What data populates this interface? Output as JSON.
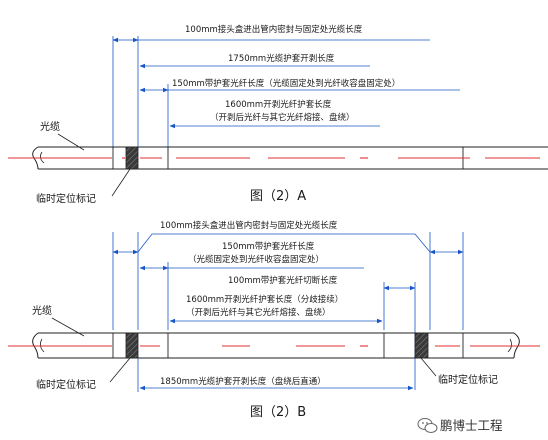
{
  "colors": {
    "dimension_line": "#1a56c8",
    "center_line": "#e03030",
    "cable_outline": "#222222",
    "marker_fill": "#3a3a3a"
  },
  "figure_a": {
    "dim_1": "100mm接头盒进出管内密封与固定处光缆长度",
    "dim_2": "1750mm光缆护套开剥长度",
    "dim_3": "150mm带护套光纤长度（光缆固定处到光纤收容盘固定处）",
    "dim_4_line1": "1600mm开剥光纤护套长度",
    "dim_4_line2": "（开剥后光纤与其它光纤熔接、盘绕）",
    "cable_label": "光缆",
    "marker_label": "临时定位标记",
    "caption": "图（2）A"
  },
  "figure_b": {
    "dim_1": "100mm接头盒进出管内密封与固定处光缆长度",
    "dim_2_line1": "150mm带护套光纤长度",
    "dim_2_line2": "（光缆固定处到光纤收容盘固定处）",
    "dim_3": "100mm带护套光纤切断长度",
    "dim_4_line1": "1600mm开剥光纤护套长度（分歧接续）",
    "dim_4_line2": "（开剥后光纤与其它光纤熔接、盘绕）",
    "dim_5": "1850mm光缆护套开剥长度（盘绕后直通）",
    "cable_label": "光缆",
    "marker_label_left": "临时定位标记",
    "marker_label_right": "临时定位标记",
    "caption": "图（2）B"
  },
  "watermark": {
    "icon": "wechat-icon",
    "text": "鹏博士工程"
  }
}
